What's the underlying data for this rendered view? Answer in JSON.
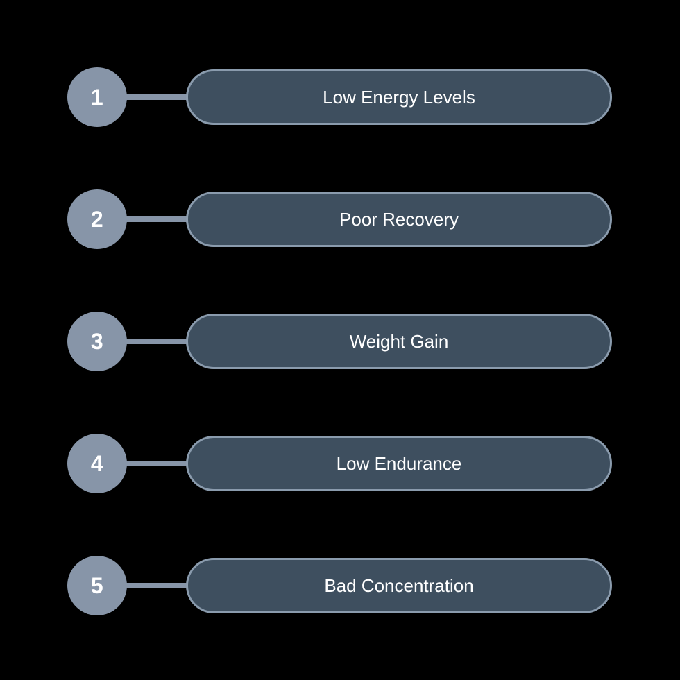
{
  "background_color": "#000000",
  "theme": {
    "circle_fill": "#8795a8",
    "circle_number_color": "#ffffff",
    "connector_color": "#8795a8",
    "pill_fill": "#3e4f5f",
    "pill_border": "#8a9bad",
    "pill_label_color": "#ffffff"
  },
  "steps": [
    {
      "number": "1",
      "label": "Low Energy Levels"
    },
    {
      "number": "2",
      "label": "Poor Recovery"
    },
    {
      "number": "3",
      "label": "Weight Gain"
    },
    {
      "number": "4",
      "label": "Low Endurance"
    },
    {
      "number": "5",
      "label": "Bad Concentration"
    }
  ]
}
